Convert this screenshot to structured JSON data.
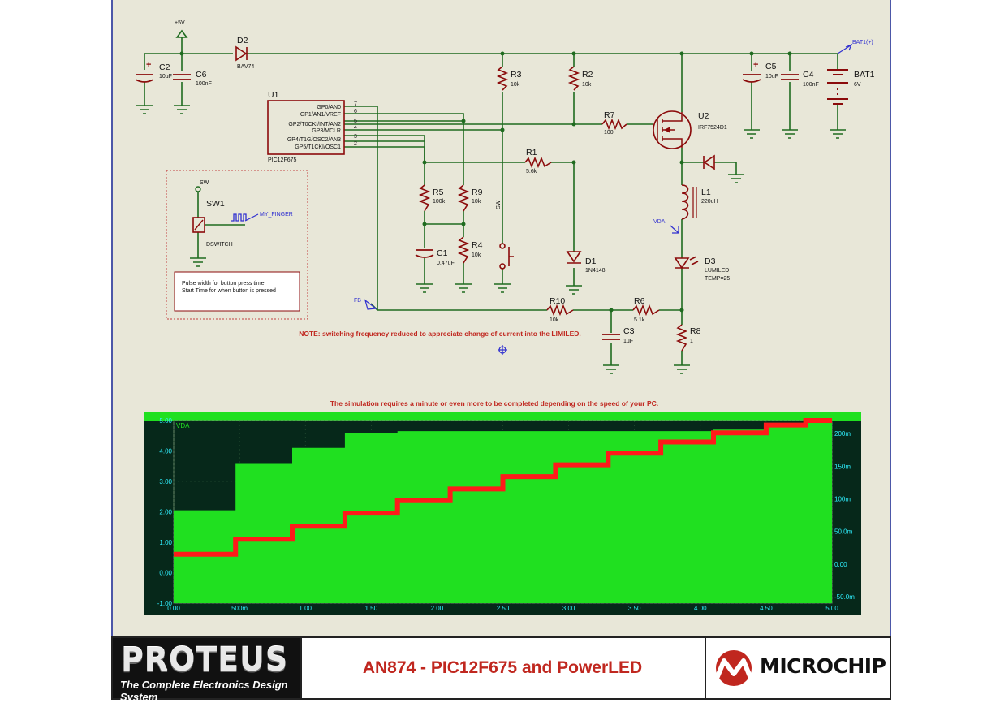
{
  "components": {
    "U1": {
      "ref": "U1",
      "value": "PIC12F675",
      "pins": [
        {
          "label": "GP0/AN0",
          "num": "7"
        },
        {
          "label": "GP1/AN1/VREF",
          "num": "6"
        },
        {
          "label": "GP2/T0CKI/INT/AN2",
          "num": "5"
        },
        {
          "label": "GP3/MCLR",
          "num": "4"
        },
        {
          "label": "GP4/T1G/OSC2/AN3",
          "num": "3"
        },
        {
          "label": "GP5/T1CKI/OSC1",
          "num": "2"
        }
      ]
    },
    "U2": {
      "ref": "U2",
      "value": "IRF7524D1"
    },
    "D1": {
      "ref": "D1",
      "value": "1N4148"
    },
    "D2": {
      "ref": "D2",
      "value": "BAV74"
    },
    "D3": {
      "ref": "D3",
      "value": "LUMILED",
      "extra": "TEMP=25"
    },
    "C1": {
      "ref": "C1",
      "value": "0.47uF"
    },
    "C2": {
      "ref": "C2",
      "value": "10uF"
    },
    "C3": {
      "ref": "C3",
      "value": "1uF"
    },
    "C4": {
      "ref": "C4",
      "value": "100nF"
    },
    "C5": {
      "ref": "C5",
      "value": "10uF"
    },
    "C6": {
      "ref": "C6",
      "value": "100nF"
    },
    "R1": {
      "ref": "R1",
      "value": "5.6k"
    },
    "R2": {
      "ref": "R2",
      "value": "10k"
    },
    "R3": {
      "ref": "R3",
      "value": "10k"
    },
    "R4": {
      "ref": "R4",
      "value": "10k"
    },
    "R5": {
      "ref": "R5",
      "value": "100k"
    },
    "R6": {
      "ref": "R6",
      "value": "5.1k"
    },
    "R7": {
      "ref": "R7",
      "value": "100"
    },
    "R8": {
      "ref": "R8",
      "value": "1"
    },
    "R9": {
      "ref": "R9",
      "value": "10k"
    },
    "R10": {
      "ref": "R10",
      "value": "10k"
    },
    "L1": {
      "ref": "L1",
      "value": "220uH"
    },
    "BAT1": {
      "ref": "BAT1",
      "value": "6V"
    },
    "SW1": {
      "ref": "SW1",
      "value": "DSWITCH"
    }
  },
  "nets": {
    "vcc": "+5V",
    "bat_probe": "BAT1(+)",
    "sw": "SW",
    "sw_vertical": "SW",
    "finger": "MY_FINGER",
    "fb": "FB",
    "vda": "VDA"
  },
  "notes": {
    "switch_box_line1": "Pulse width for button press time",
    "switch_box_line2": "Start Time for when button is pressed",
    "freq_note": "NOTE: switching frequency reduced to appreciate change of current into the LIMILED.",
    "sim_note": "The simulation requires a minute or even more to be completed depending on the speed of your PC."
  },
  "chart_data": {
    "type": "line",
    "title": "",
    "trace_label": "VDA",
    "x_ticks": [
      "0.00",
      "500m",
      "1.00",
      "1.50",
      "2.00",
      "2.50",
      "3.00",
      "3.50",
      "4.00",
      "4.50",
      "5.00"
    ],
    "y_left_ticks": [
      "5.00",
      "4.00",
      "3.00",
      "2.00",
      "1.00",
      "0.00",
      "-1.00"
    ],
    "y_right_ticks": [
      "200m",
      "150m",
      "100m",
      "50.0m",
      "0.00",
      "-50.0m"
    ],
    "xlim": [
      0,
      5
    ],
    "ylim_left": [
      -1,
      5
    ],
    "ylim_right": [
      -0.06,
      0.22
    ],
    "grid": true,
    "colors": {
      "background": "#06281a",
      "band": "#20e020",
      "trace": "#ff1a1a",
      "axis_text": "#2ff0ff"
    },
    "series": [
      {
        "name": "VDA",
        "color": "#20e020",
        "x": [
          0,
          0.47,
          0.47,
          0.9,
          0.9,
          1.3,
          1.3,
          1.7,
          1.7,
          2.1,
          2.1,
          2.5,
          2.5,
          2.9,
          2.9,
          3.3,
          3.3,
          3.7,
          3.7,
          4.1,
          4.1,
          4.5,
          4.5,
          4.8,
          4.8,
          5
        ],
        "y_upper": [
          2.05,
          2.05,
          3.6,
          3.6,
          4.1,
          4.1,
          4.6,
          4.6,
          4.65,
          4.65,
          4.65,
          4.65,
          4.65,
          4.65,
          4.65,
          4.65,
          4.65,
          4.65,
          4.65,
          4.65,
          4.7,
          4.7,
          4.85,
          4.85,
          5.0,
          5.0
        ],
        "y_lower": [
          -1,
          -1,
          -1,
          -1,
          -1,
          -1,
          -1,
          -1,
          -1,
          -1,
          -1,
          -1,
          -1,
          -1,
          -1,
          -1,
          -1,
          -1,
          -1,
          -1,
          -1,
          -1,
          -1,
          -1,
          -1,
          -1
        ]
      },
      {
        "name": "",
        "color": "#ff1a1a",
        "x": [
          0,
          0.47,
          0.47,
          0.9,
          0.9,
          1.3,
          1.3,
          1.7,
          1.7,
          2.1,
          2.1,
          2.5,
          2.5,
          2.9,
          2.9,
          3.3,
          3.3,
          3.7,
          3.7,
          4.1,
          4.1,
          4.5,
          4.5,
          4.8,
          4.8,
          5
        ],
        "y": [
          0.015,
          0.015,
          0.038,
          0.038,
          0.058,
          0.058,
          0.078,
          0.078,
          0.097,
          0.097,
          0.115,
          0.115,
          0.134,
          0.134,
          0.152,
          0.152,
          0.17,
          0.17,
          0.187,
          0.187,
          0.201,
          0.201,
          0.213,
          0.213,
          0.22,
          0.22
        ]
      }
    ]
  },
  "banner": {
    "proteus": "PROTEUS",
    "proteus_tagline": "The Complete Electronics Design System",
    "title": "AN874 - PIC12F675 and PowerLED",
    "microchip": "MICROCHIP"
  }
}
